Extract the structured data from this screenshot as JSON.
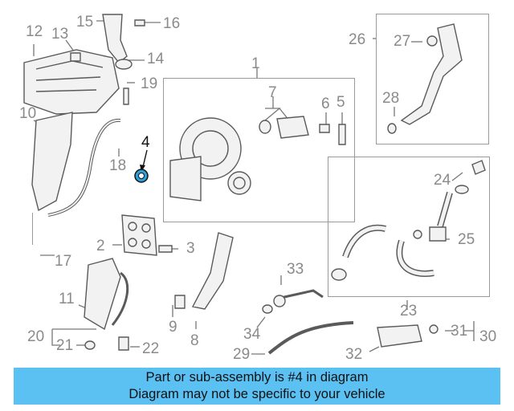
{
  "callouts": {
    "c1": "1",
    "c2": "2",
    "c3": "3",
    "c4": "4",
    "c5": "5",
    "c6": "6",
    "c7": "7",
    "c8": "8",
    "c9": "9",
    "c10": "10",
    "c11": "11",
    "c12": "12",
    "c13": "13",
    "c14": "14",
    "c15": "15",
    "c16": "16",
    "c17": "17",
    "c18": "18",
    "c19": "19",
    "c20": "20",
    "c21": "21",
    "c22": "22",
    "c23": "23",
    "c24": "24",
    "c25": "25",
    "c26": "26",
    "c27": "27",
    "c28": "28",
    "c29": "29",
    "c30": "30",
    "c31": "31",
    "c32": "32",
    "c33": "33",
    "c34": "34"
  },
  "highlight": {
    "part_number": "4",
    "color": "#2ba0d8"
  },
  "banner": {
    "line1": "Part or sub-assembly is #4 in diagram",
    "line2": "Diagram may not be specific to your vehicle",
    "color": "#5bc0f2"
  }
}
